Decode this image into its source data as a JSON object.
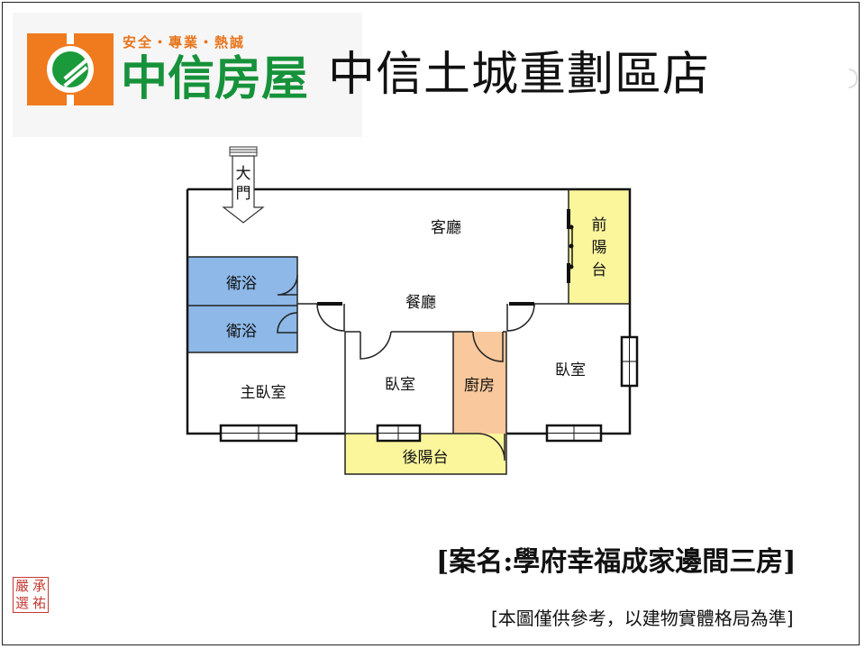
{
  "header": {
    "slogan": "安全・專業・熱誠",
    "brand": "中信房屋",
    "store_name": "中信土城重劃區店"
  },
  "colors": {
    "brand_green": "#16923a",
    "brand_orange": "#f07a1e",
    "bathroom_blue": "#8db8e8",
    "balcony_yellow": "#fbf59c",
    "kitchen_orange": "#f9c89c"
  },
  "floorplan": {
    "entrance_label": [
      "大",
      "門"
    ],
    "rooms": {
      "living_room": "客廳",
      "dining_room": "餐廳",
      "front_balcony": [
        "前",
        "陽",
        "台"
      ],
      "bath_1": "衛浴",
      "bath_2": "衛浴",
      "master_bedroom": "主臥室",
      "bedroom_middle": "臥室",
      "kitchen": "廚房",
      "bedroom_right": "臥室",
      "back_balcony": "後陽台"
    }
  },
  "footer": {
    "case_name": "[案名:學府幸福成家邊間三房]",
    "disclaimer": "[本圖僅供參考，以建物實體格局為準]",
    "seal": [
      "嚴",
      "承",
      "選",
      "祐"
    ]
  }
}
